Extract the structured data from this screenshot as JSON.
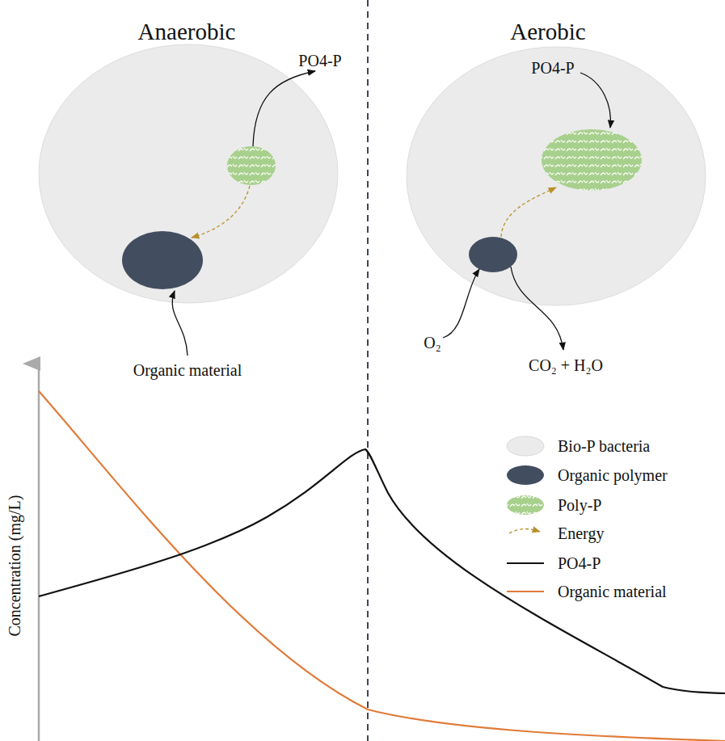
{
  "diagram": {
    "labels": [
      "Anaerobic",
      "Aerobic",
      "PO4-P",
      "Organic material",
      "PO4-P",
      "O₂",
      "CO₂ + H₂O",
      "Concentration (mg/L)"
    ],
    "legend": [
      {
        "text": "Bio-P bacteria",
        "color": "#ebebeb"
      },
      {
        "text": "Organic polymer",
        "color": "#424d60"
      },
      {
        "text": "Poly-P"
      },
      {
        "text": "Energy"
      },
      {
        "text": "PO4-P"
      },
      {
        "text": "Organic material"
      }
    ]
  }
}
